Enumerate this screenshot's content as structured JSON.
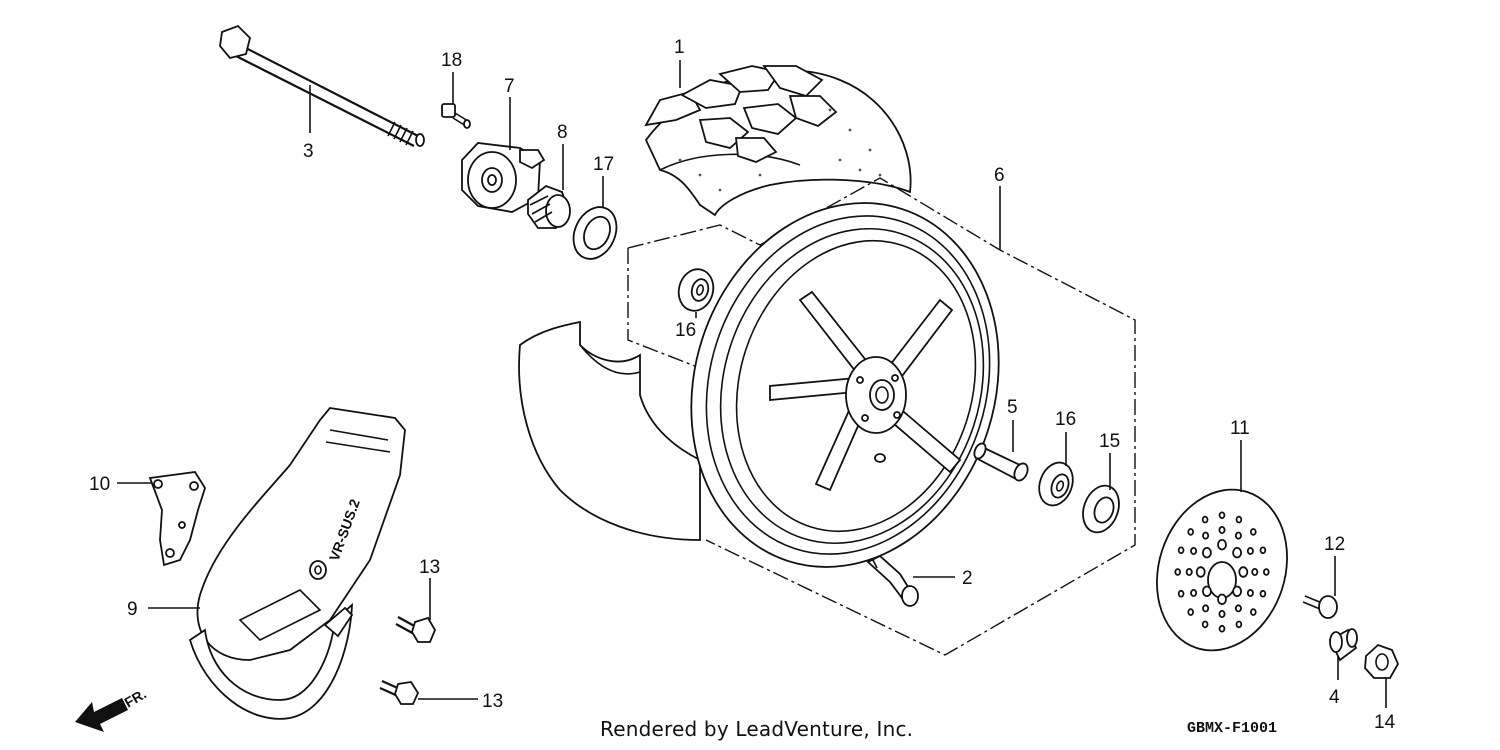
{
  "parts": {
    "p1": "1",
    "p2": "2",
    "p3": "3",
    "p4": "4",
    "p5": "5",
    "p6": "6",
    "p7": "7",
    "p8": "8",
    "p9": "9",
    "p10": "10",
    "p11": "11",
    "p12": "12",
    "p13a": "13",
    "p13b": "13",
    "p14": "14",
    "p15": "15",
    "p16a": "16",
    "p16b": "16",
    "p17": "17",
    "p18": "18"
  },
  "fork_brand": "VR-SUS.2",
  "front_arrow_label": "FR.",
  "footer_credit": "Rendered by LeadVenture, Inc.",
  "diagram_code": "GBMX-F1001"
}
